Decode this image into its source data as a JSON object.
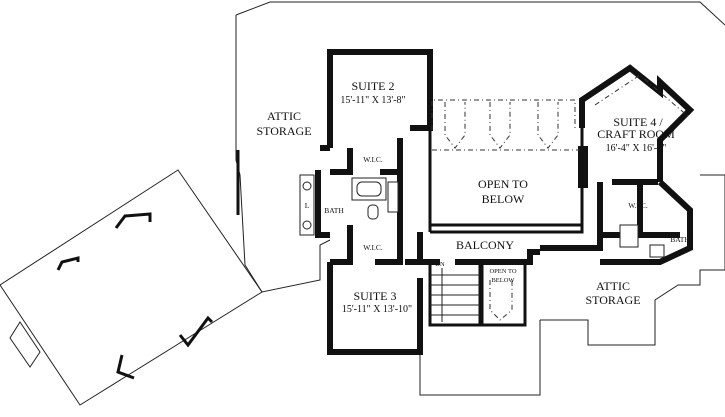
{
  "rooms": {
    "suite2": {
      "name": "SUITE 2",
      "dims": "15'-11\" X 13'-8\""
    },
    "suite3": {
      "name": "SUITE 3",
      "dims": "15'-11\" X 13'-10\""
    },
    "suite4": {
      "name_line1": "SUITE 4 /",
      "name_line2": "CRAFT ROOM",
      "dims": "16'-4\" X 16'-1\""
    },
    "attic_left": {
      "line1": "ATTIC",
      "line2": "STORAGE"
    },
    "attic_right": {
      "line1": "ATTIC",
      "line2": "STORAGE"
    },
    "open_main": {
      "line1": "OPEN TO",
      "line2": "BELOW"
    },
    "open_stair": {
      "line1": "OPEN TO",
      "line2": "BELOW"
    },
    "wic_top": "W.I.C.",
    "wic_bottom": "W.I.C.",
    "wic_right": "W.I.C.",
    "bath_left": "BATH",
    "bath_right": "BATH",
    "balcony": "BALCONY",
    "stair_dn": "DN",
    "linen": "L"
  }
}
